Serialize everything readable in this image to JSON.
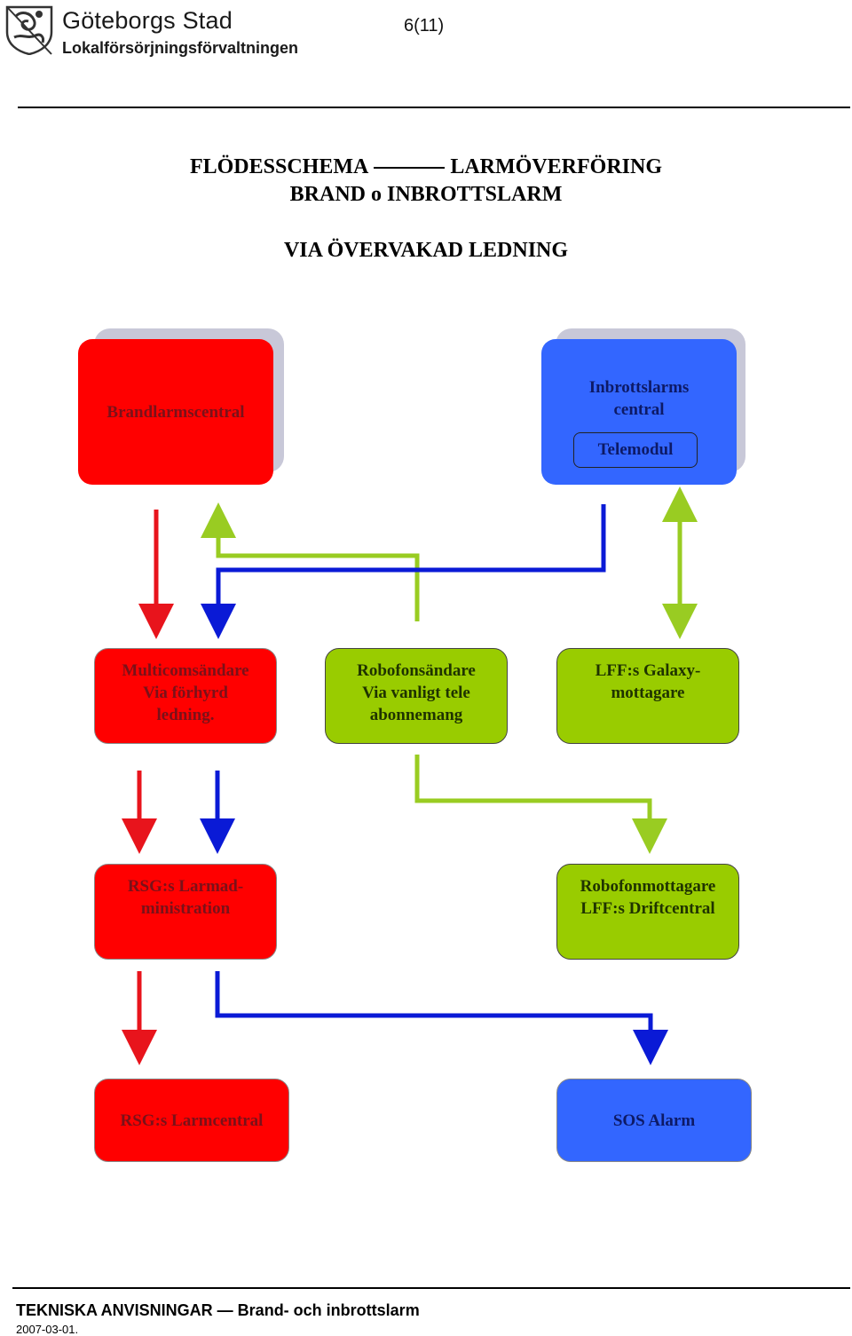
{
  "header": {
    "org_name": "Göteborgs Stad",
    "org_sub": "Lokalförsörjningsförvaltningen",
    "page_number": "6(11)"
  },
  "title": {
    "line1_left": "FLÖDESSCHEMA",
    "line1_right": "LARMÖVERFÖRING",
    "line2": "BRAND o INBROTTSLARM",
    "line3": "VIA ÖVERVAKAD LEDNING"
  },
  "nodes": {
    "brandlarmscentral": "Brandlarmscentral",
    "inbrottslarms_line1": "Inbrottslarms",
    "inbrottslarms_line2": "central",
    "telemodul": "Telemodul",
    "multicom_line1": "Multicomsändare",
    "multicom_line2": "Via förhyrd",
    "multicom_line3": "ledning.",
    "robofon_line1": "Robofonsändare",
    "robofon_line2": "Via vanligt tele",
    "robofon_line3": "abonnemang",
    "galaxy_line1": "LFF:s Galaxy-",
    "galaxy_line2": "mottagare",
    "rsg_admin_line1": "RSG:s Larmad-",
    "rsg_admin_line2": "ministration",
    "robofonmott_line1": "Robofonmottagare",
    "robofonmott_line2": "LFF:s Driftcentral",
    "rsg_larmcentral": "RSG:s Larmcentral",
    "sos_alarm": "SOS Alarm"
  },
  "colors": {
    "red": "#ff0000",
    "blue": "#3366ff",
    "green": "#99cc00",
    "arrow_red": "#e8141c",
    "arrow_blue": "#0a1ad6",
    "arrow_green": "#99cc22"
  },
  "footer": {
    "title": "TEKNISKA ANVISNINGAR — Brand- och inbrottslarm",
    "date": "2007-03-01."
  }
}
